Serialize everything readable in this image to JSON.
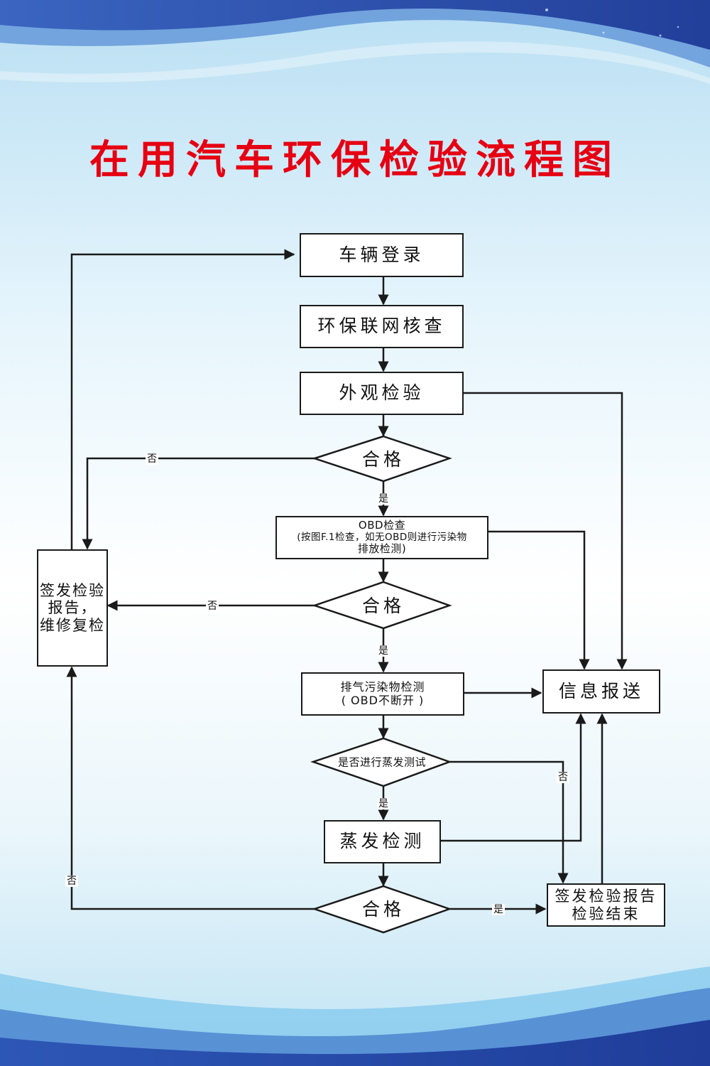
{
  "title": "在用汽车环保检验流程图",
  "nodes": {
    "vehicle_login": "车辆登录",
    "network_check": "环保联网核查",
    "appearance": "外观检验",
    "pass_1": "合格",
    "obd_line1": "OBD检查",
    "obd_line2": "(按图F.1检查，如无OBD则进行污染物",
    "obd_line3": "排放检测)",
    "pass_2": "合格",
    "exhaust_line1": "排气污染物检测",
    "exhaust_line2": "( OBD不断开 )",
    "evap_decision": "是否进行蒸发测试",
    "evap_test": "蒸发检测",
    "pass_3": "合格",
    "reinspect_line1": "签发检验",
    "reinspect_line2": "报告，",
    "reinspect_line3": "维修复检",
    "info_send": "信息报送",
    "final_line1": "签发检验报告",
    "final_line2": "检验结束"
  },
  "edge_labels": {
    "no_1": "否",
    "yes_1": "是",
    "no_2": "否",
    "yes_2": "是",
    "yes_evap": "是",
    "no_evap": "否",
    "no_3": "否",
    "yes_3": "是"
  },
  "colors": {
    "title": "#e60012",
    "line": "#1a1a1a",
    "box_fill": "#ffffff",
    "wave_dark": "#2a4ea8",
    "wave_light": "#7ec6ec"
  }
}
